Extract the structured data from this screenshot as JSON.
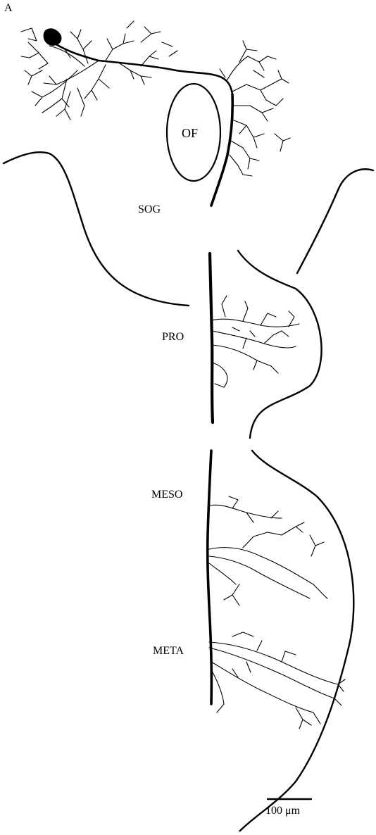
{
  "panel_label": "A",
  "regions": {
    "of": "OF",
    "sog": "SOG",
    "pro": "PRO",
    "meso": "MESO",
    "meta": "META"
  },
  "scale_bar": {
    "label": "100 μm"
  },
  "colors": {
    "ink": "#000000",
    "background": "#ffffff"
  }
}
